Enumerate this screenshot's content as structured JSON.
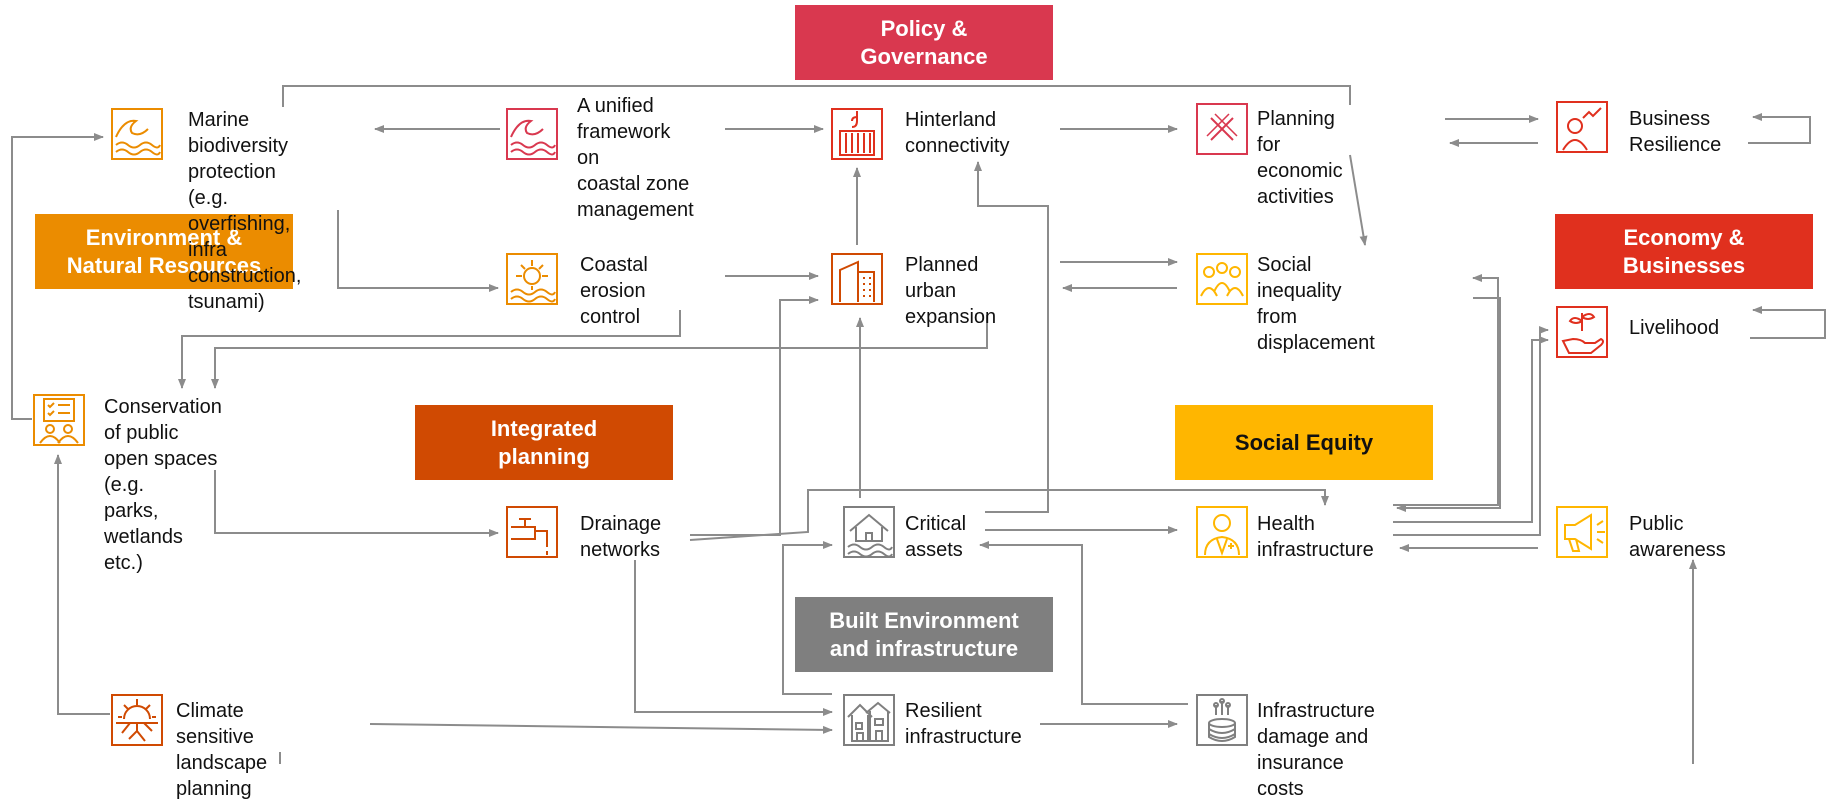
{
  "categories": [
    {
      "id": "policy",
      "label": "Policy &\nGovernance",
      "color": "#d9384f"
    },
    {
      "id": "environment",
      "label": "Environment &\nNatural Resources",
      "color": "#eb8c00"
    },
    {
      "id": "economy",
      "label": "Economy &\nBusinesses",
      "color": "#e0301e"
    },
    {
      "id": "integrated",
      "label": "Integrated\nplanning",
      "color": "#d04a02"
    },
    {
      "id": "social",
      "label": "Social Equity",
      "color": "#ffb600"
    },
    {
      "id": "built",
      "label": "Built Environment\nand infrastructure",
      "color": "#7f7f7f"
    }
  ],
  "nodes": [
    {
      "id": "marine",
      "label": "Marine biodiversity\nprotection\n(e.g. overfishing, infra\nconstruction, tsunami)",
      "icon": "waves-icon",
      "color": "#eb8c00"
    },
    {
      "id": "unified",
      "label": "A unified\nframework on\ncoastal zone\nmanagement",
      "icon": "waves-icon",
      "color": "#d9384f"
    },
    {
      "id": "hinterland",
      "label": "Hinterland\nconnectivity",
      "icon": "container-crane-icon",
      "color": "#e0301e"
    },
    {
      "id": "planning-econ",
      "label": "Planning for\neconomic activities",
      "icon": "x-badge-icon",
      "color": "#d9384f"
    },
    {
      "id": "business",
      "label": "Business\nResilience",
      "icon": "person-chart-icon",
      "color": "#e0301e"
    },
    {
      "id": "erosion",
      "label": "Coastal\nerosion control",
      "icon": "sun-waves-icon",
      "color": "#eb8c00"
    },
    {
      "id": "urban",
      "label": "Planned urban\nexpansion",
      "icon": "building-icon",
      "color": "#d04a02"
    },
    {
      "id": "inequality",
      "label": "Social inequality from\ndisplacement",
      "icon": "group-people-icon",
      "color": "#ffb600"
    },
    {
      "id": "livelihood",
      "label": "Livelihood",
      "icon": "hand-plant-icon",
      "color": "#e0301e"
    },
    {
      "id": "conservation",
      "label": "Conservation of public\nopen spaces (e.g.\nparks, wetlands etc.)",
      "icon": "checklist-people-icon",
      "color": "#eb8c00"
    },
    {
      "id": "drainage",
      "label": "Drainage\nnetworks",
      "icon": "pipe-tap-icon",
      "color": "#d04a02"
    },
    {
      "id": "critical",
      "label": "Critical\nassets",
      "icon": "house-flood-icon",
      "color": "#7f7f7f"
    },
    {
      "id": "health",
      "label": "Health\ninfrastructure",
      "icon": "doctor-icon",
      "color": "#ffb600"
    },
    {
      "id": "awareness",
      "label": "Public\nawareness",
      "icon": "megaphone-icon",
      "color": "#ffb600"
    },
    {
      "id": "climate",
      "label": "Climate sensitive\nlandscape planning",
      "icon": "sun-roots-icon",
      "color": "#d04a02"
    },
    {
      "id": "resilient",
      "label": "Resilient\ninfrastructure",
      "icon": "houses-icon",
      "color": "#7f7f7f"
    },
    {
      "id": "damage",
      "label": "Infrastructure damage and\ninsurance costs",
      "icon": "coins-icon",
      "color": "#7f7f7f"
    }
  ],
  "connector_color": "#8c8c8c"
}
